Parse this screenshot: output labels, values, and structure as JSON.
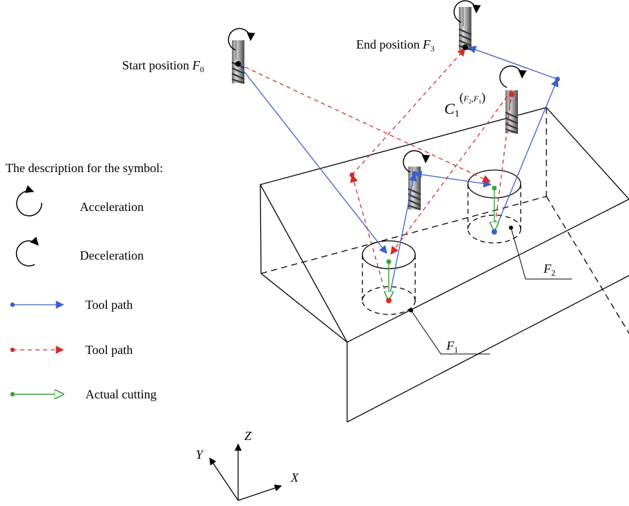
{
  "labels": {
    "start_prefix": "Start position ",
    "start_var": "F",
    "start_sub": "0",
    "end_prefix": "End position ",
    "end_var": "F",
    "end_sub": "3",
    "c_var": "C",
    "c_sub": "1",
    "c_sup_open": "(",
    "c_sup_f2": "F",
    "c_sup_f2_sub": "2",
    "c_sup_comma": ",",
    "c_sup_f1": "F",
    "c_sup_f1_sub": "1",
    "c_sup_close": ")",
    "f1_var": "F",
    "f1_sub": "1",
    "f2_var": "F",
    "f2_sub": "2"
  },
  "legend": {
    "title": "The description for the symbol:",
    "acceleration": "Acceleration",
    "deceleration": "Deceleration",
    "tool_path_solid": "Tool path",
    "tool_path_dashed": "Tool path",
    "actual_cutting": "Actual cutting"
  },
  "axes": {
    "x": "X",
    "y": "Y",
    "z": "Z"
  },
  "colors": {
    "blue_path": "#3a5fcd",
    "red_path": "#d42a2a",
    "green_cut": "#3aa53a",
    "black": "#000000"
  },
  "icons": [
    "end-mill-tool-icon",
    "acceleration-arrow-icon",
    "deceleration-arrow-icon"
  ]
}
